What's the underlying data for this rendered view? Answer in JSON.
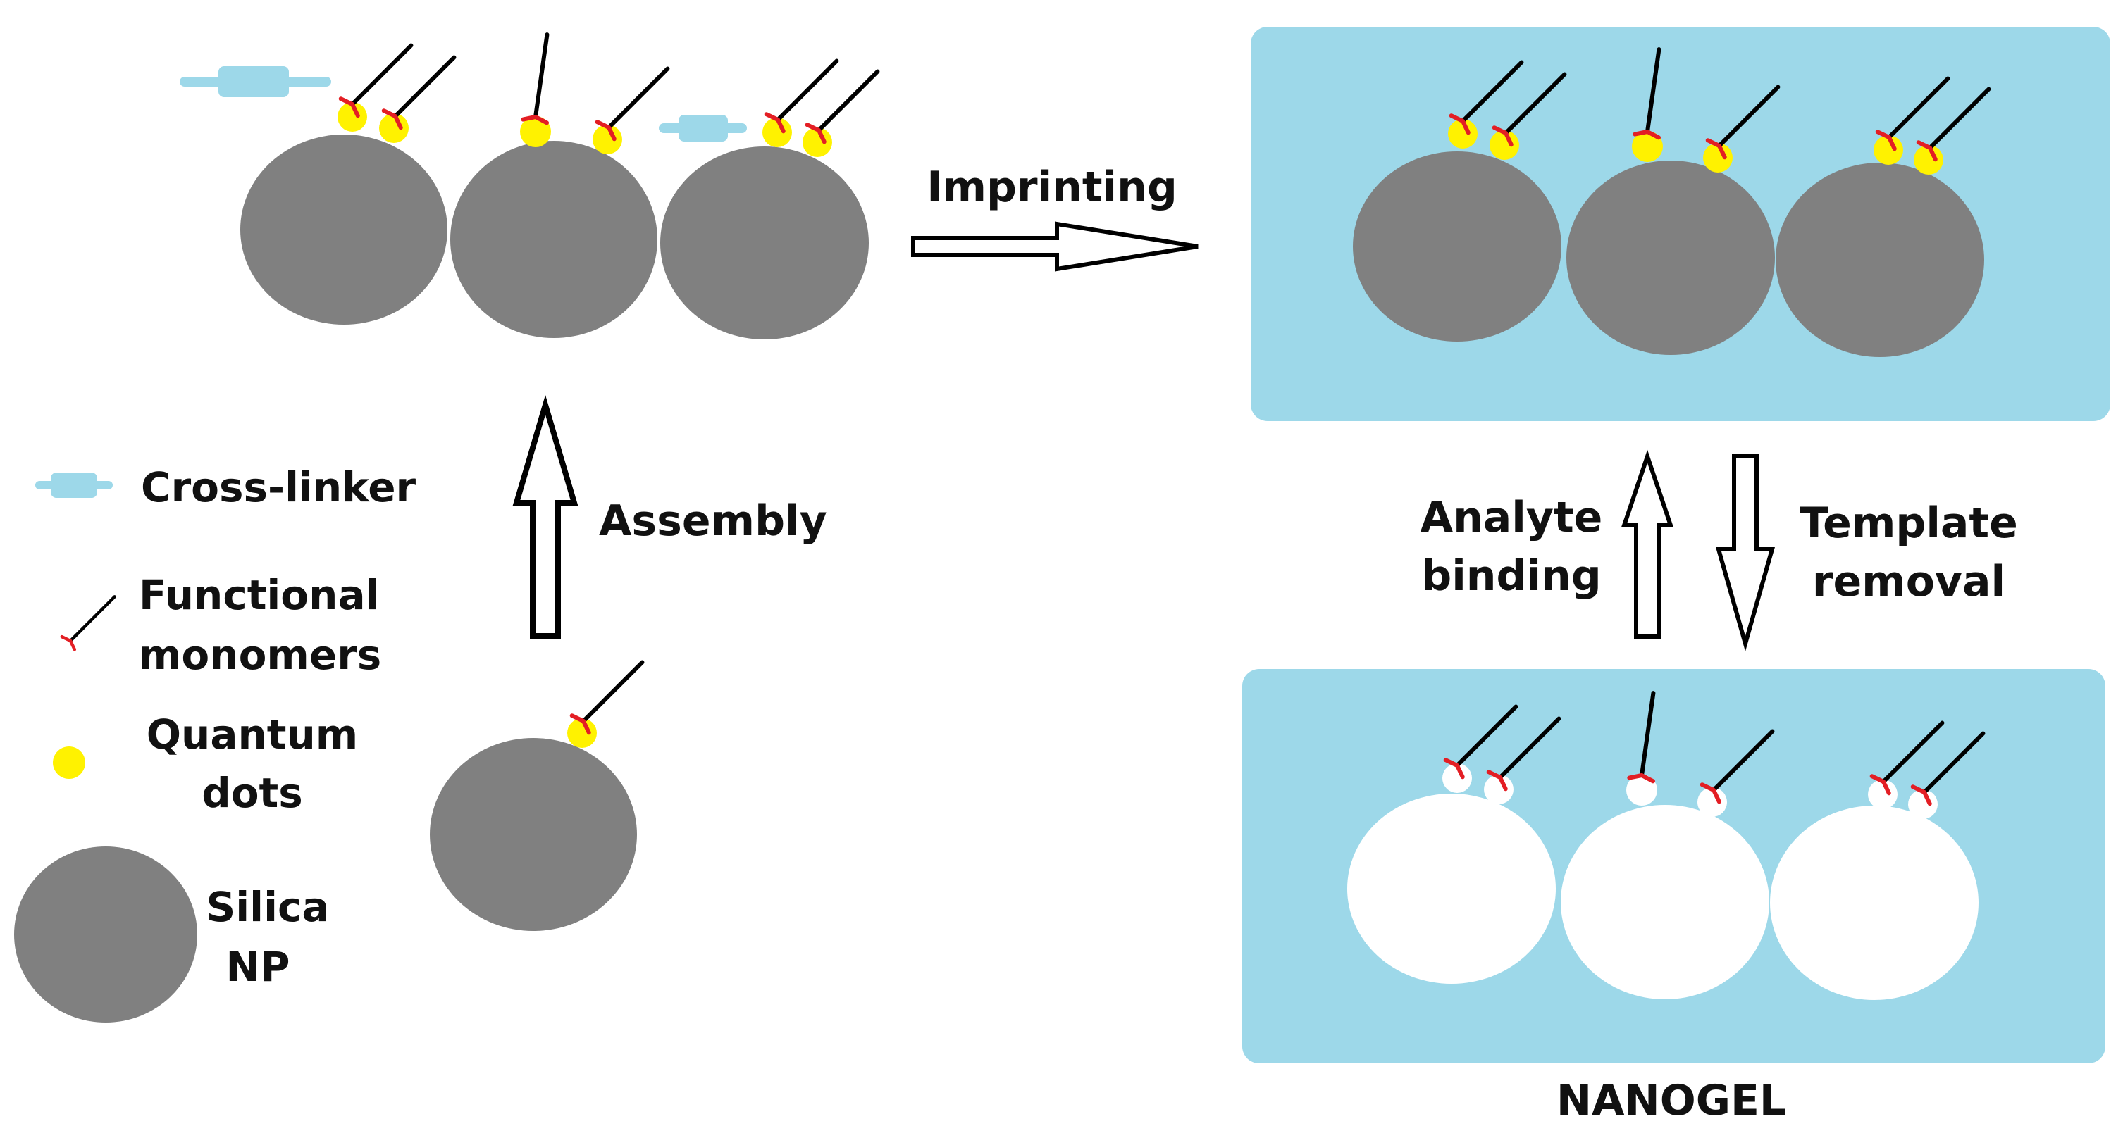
{
  "colors": {
    "silica": "#808080",
    "gel": "#9dd8e9",
    "quantum_dot": "#fff200",
    "monomer_tail": "#000000",
    "monomer_head": "#e31e24",
    "crosslinker": "#9dd8e9",
    "cavity": "#ffffff"
  },
  "steps": {
    "imprinting": "Imprinting",
    "assembly": "Assembly",
    "analyte_binding": [
      "Analyte",
      "binding"
    ],
    "template_removal": [
      "Template",
      "removal"
    ]
  },
  "product_label": "NANOGEL",
  "legend": {
    "crosslinker": "Cross-linker",
    "functional_monomers": [
      "Functional",
      "monomers"
    ],
    "quantum_dots": [
      "Quantum",
      "dots"
    ],
    "silica_np": [
      "Silica",
      "NP"
    ]
  },
  "icons": {
    "silica": "grey-circle-icon",
    "quantum_dot": "yellow-dot-icon",
    "monomer": "stick-with-red-fork-icon",
    "crosslinker": "dumbbell-icon",
    "arrow": "hollow-arrow-icon"
  }
}
